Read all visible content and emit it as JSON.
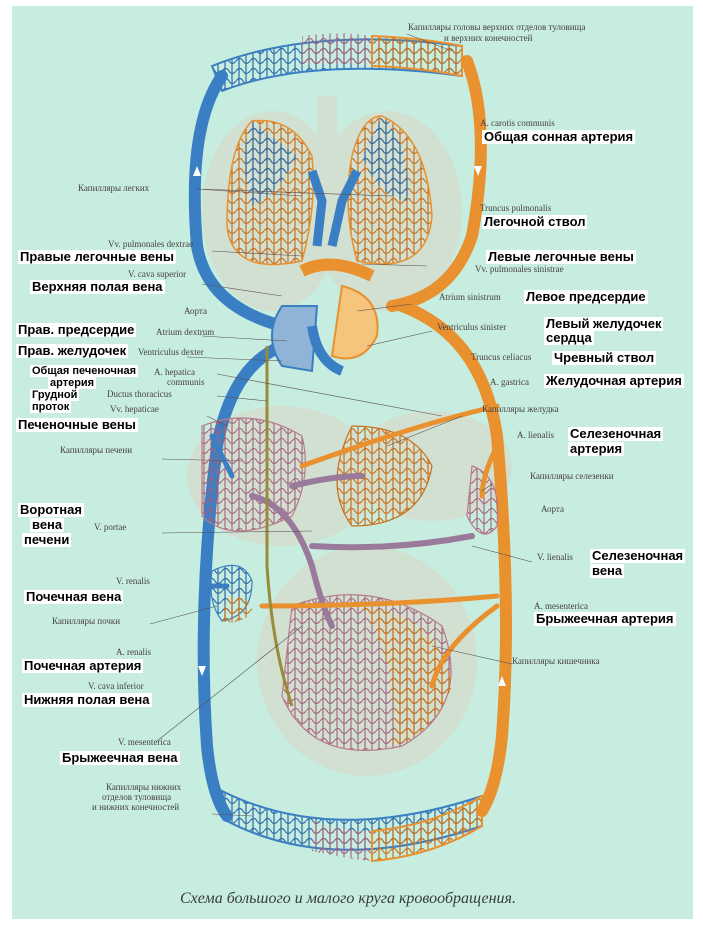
{
  "caption": "Схема большого и малого круга кровообращения.",
  "labels": {
    "cap_head": "Капилляры головы верхних отделов туловища",
    "cap_head2": "и верхних конечностей",
    "carotis": "A. carotis communis",
    "carotis_ru": "Общая сонная артерия",
    "cap_lungs": "Капилляры легких",
    "truncus_pulm": "Truncus pulmonalis",
    "truncus_pulm_ru": "Легочной ствол",
    "vv_pulm_dex": "Vv. pulmonales dextrae",
    "vv_pulm_dex_ru": "Правые легочные вены",
    "vv_pulm_sin_ru": "Левые легочные вены",
    "vv_pulm_sin": "Vv. pulmonales sinistrae",
    "cava_sup": "V. cava superior",
    "cava_sup_ru": "Верхняя полая вена",
    "aorta1": "Аорта",
    "atrium_sin": "Atrium sinistrum",
    "atrium_sin_ru": "Левое предсердие",
    "atrium_dex_ru": "Прав. предсердие",
    "atrium_dex": "Atrium dextrum",
    "ventr_sin": "Ventriculus sinister",
    "ventr_sin_ru1": "Левый желудочек",
    "ventr_sin_ru2": "сердца",
    "ventr_dex_ru": "Прав. желудочек",
    "ventr_dex": "Ventriculus dexter",
    "truncus_cel": "Truncus celiacus",
    "truncus_cel_ru": "Чревный ствол",
    "hepatica_ru1": "Общая печеночная",
    "hepatica_ru2": "артерия",
    "hepatica1": "A. hepatica",
    "hepatica2": "communis",
    "gastrica": "A. gastrica",
    "gastrica_ru": "Желудочная артерия",
    "ductus_ru1": "Грудной",
    "ductus_ru2": "проток",
    "ductus": "Ductus thoracicus",
    "vv_hep": "Vv. hepaticae",
    "vv_hep_ru": "Печеночные вены",
    "cap_stomach": "Капилляры желудка",
    "lienalis_a": "A. lienalis",
    "lienalis_a_ru1": "Селезеночная",
    "lienalis_a_ru2": "артерия",
    "cap_liver": "Капилляры печени",
    "cap_spleen": "Капилляры селезенки",
    "aorta2": "Аорта",
    "portae_ru1": "Воротная",
    "portae_ru2": "вена",
    "portae_ru3": "печени",
    "portae": "V. portae",
    "lienalis_v": "V. lienalis",
    "lienalis_v_ru1": "Селезеночная",
    "lienalis_v_ru2": "вена",
    "renalis_v": "V. renalis",
    "renalis_v_ru": "Почечная вена",
    "mesenterica_a": "A. mesenterica",
    "mesenterica_a_ru": "Брыжеечная артерия",
    "cap_kidney": "Капилляры почки",
    "renalis_a": "A. renalis",
    "renalis_a_ru": "Почечная артерия",
    "cap_intestine": "Капилляры кишечника",
    "cava_inf": "V. cava inferior",
    "cava_inf_ru": "Нижняя полая вена",
    "mesenterica_v": "V. mesenterica",
    "mesenterica_v_ru": "Брыжеечная вена",
    "cap_lower1": "Капилляры нижних",
    "cap_lower2": "отделов туловища",
    "cap_lower3": "и нижних конечностей"
  },
  "colors": {
    "background": "#c6eddf",
    "venous": "#3a7fc4",
    "arterial": "#e8912e",
    "portal": "#9a7a9a",
    "lymph": "#9a8a3a"
  }
}
